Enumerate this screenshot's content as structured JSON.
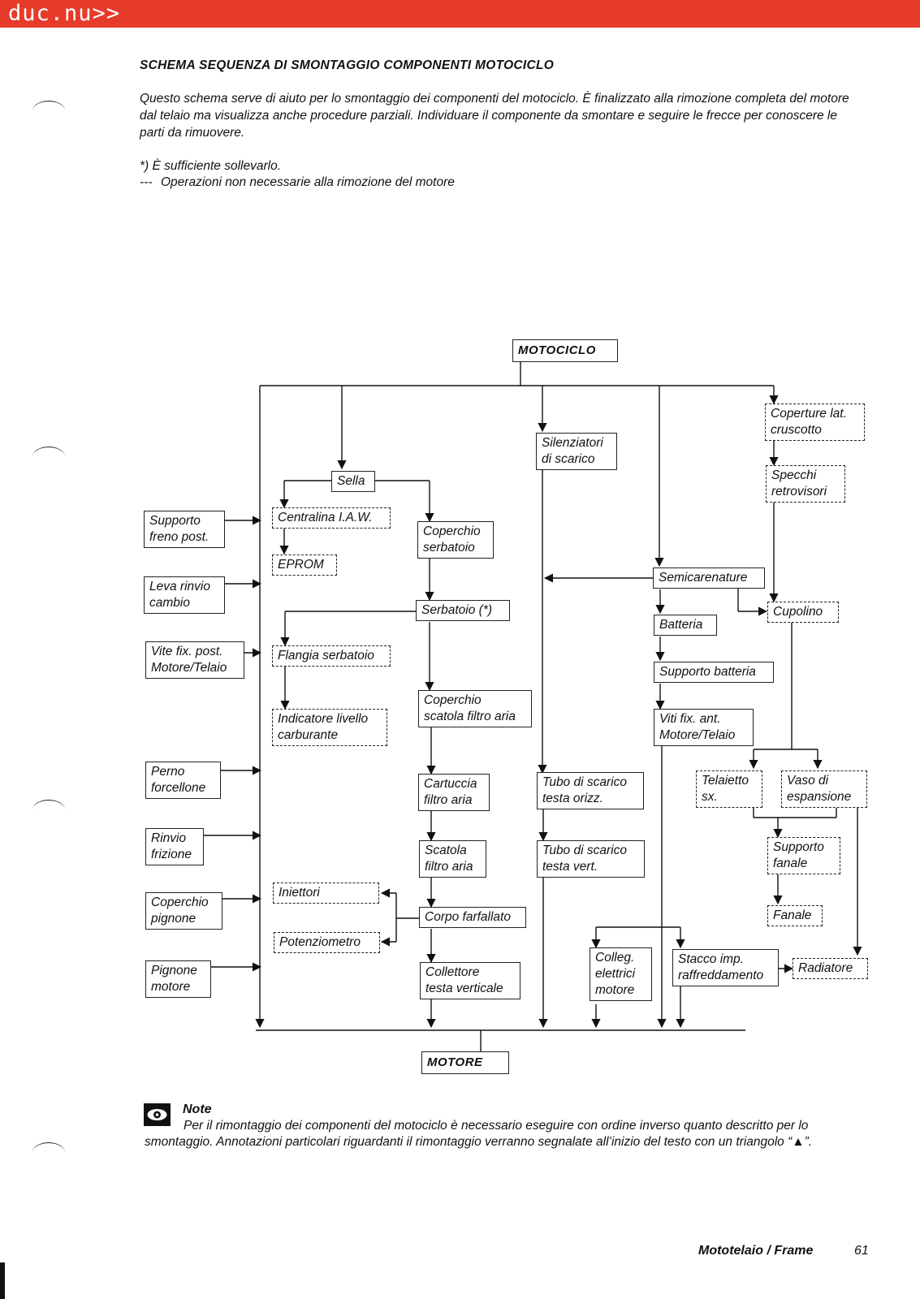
{
  "header": {
    "logo_text": "duc.nu>>",
    "accent_color": "#e63b2a"
  },
  "title": "SCHEMA SEQUENZA DI SMONTAGGIO COMPONENTI MOTOCICLO",
  "intro": "Questo schema serve di aiuto per lo smontaggio dei componenti del motociclo. È finalizzato alla rimozione completa del motore dal telaio ma visualizza anche procedure parziali. Individuare il componente da smontare e seguire le frecce per conoscere le parti da rimuovere.",
  "legend": {
    "asterisk": "*) È sufficiente sollevarlo.",
    "dash_symbol": "---",
    "dash_text": "Operazioni non necessarie alla rimozione del motore"
  },
  "diagram": {
    "start": "MOTOCICLO",
    "end": "MOTORE",
    "nodes": {
      "supporto_freno": "Supporto\nfreno post.",
      "leva_rinvio": "Leva rinvio\ncambio",
      "vite_fix": "Vite fix. post.\nMotore/Telaio",
      "perno": "Perno\nforcellone",
      "rinvio_frizione": "Rinvio\nfrizione",
      "coperchio_pignone": "Coperchio\npignone",
      "pignone_motore": "Pignone\nmotore",
      "sella": "Sella",
      "centralina": "Centralina I.A.W.",
      "eprom": "EPROM",
      "coperchio_serbatoio": "Coperchio\nserbatoio",
      "serbatoio": "Serbatoio (*)",
      "flangia": "Flangia serbatoio",
      "indicatore": "Indicatore livello\ncarburante",
      "coperchio_scatola": "Coperchio\nscatola filtro aria",
      "cartuccia": "Cartuccia\nfiltro aria",
      "scatola": "Scatola\nfiltro aria",
      "iniettori": "Iniettori",
      "potenziometro": "Potenziometro",
      "corpo_farfallato": "Corpo farfallato",
      "collettore": "Collettore\ntesta verticale",
      "silenziatori": "Silenziatori\ndi scarico",
      "tubo_orizz": "Tubo di scarico\ntesta orizz.",
      "tubo_vert": "Tubo di scarico\ntesta vert.",
      "semicarenature": "Semicarenature",
      "batteria": "Batteria",
      "supporto_batteria": "Supporto batteria",
      "viti_fix_ant": "Viti fix. ant.\nMotore/Telaio",
      "colleg": "Colleg.\nelettrici\nmotore",
      "stacco": "Stacco imp.\nraffreddamento",
      "coperture": "Coperture lat.\ncruscotto",
      "specchi": "Specchi\nretrovisori",
      "cupolino": "Cupolino",
      "telaietto": "Telaietto\nsx.",
      "vaso": "Vaso di\nespansione",
      "supporto_fanale": "Supporto\nfanale",
      "fanale": "Fanale",
      "radiatore": "Radiatore"
    }
  },
  "note": {
    "title": "Note",
    "text": "Per il rimontaggio dei componenti del motociclo è necessario eseguire con ordine inverso quanto descritto per lo smontaggio. Annotazioni particolari riguardanti il rimontaggio verranno segnalate all’inizio del testo con un triangolo “▲”."
  },
  "footer": {
    "section": "Mototelaio / Frame",
    "page": "61"
  }
}
